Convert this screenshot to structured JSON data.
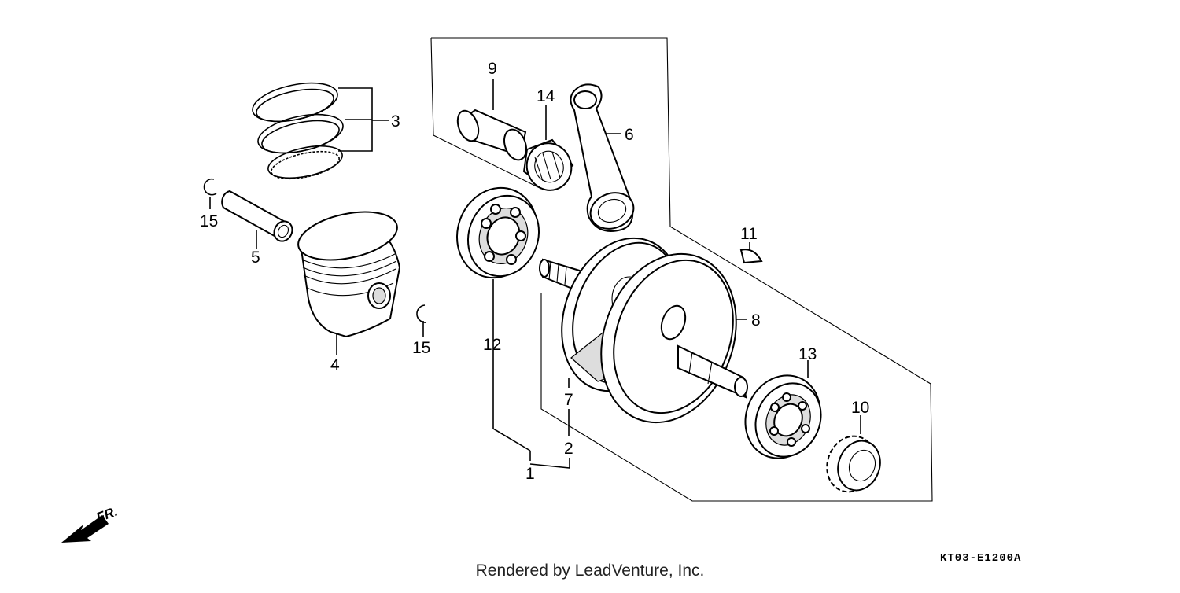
{
  "callouts": [
    "1",
    "2",
    "3",
    "4",
    "5",
    "6",
    "7",
    "8",
    "9",
    "10",
    "11",
    "12",
    "13",
    "14",
    "15",
    "15"
  ],
  "direction_label": "FR.",
  "diagram_code": "KT03-E1200A",
  "credit": "Rendered by LeadVenture, Inc."
}
